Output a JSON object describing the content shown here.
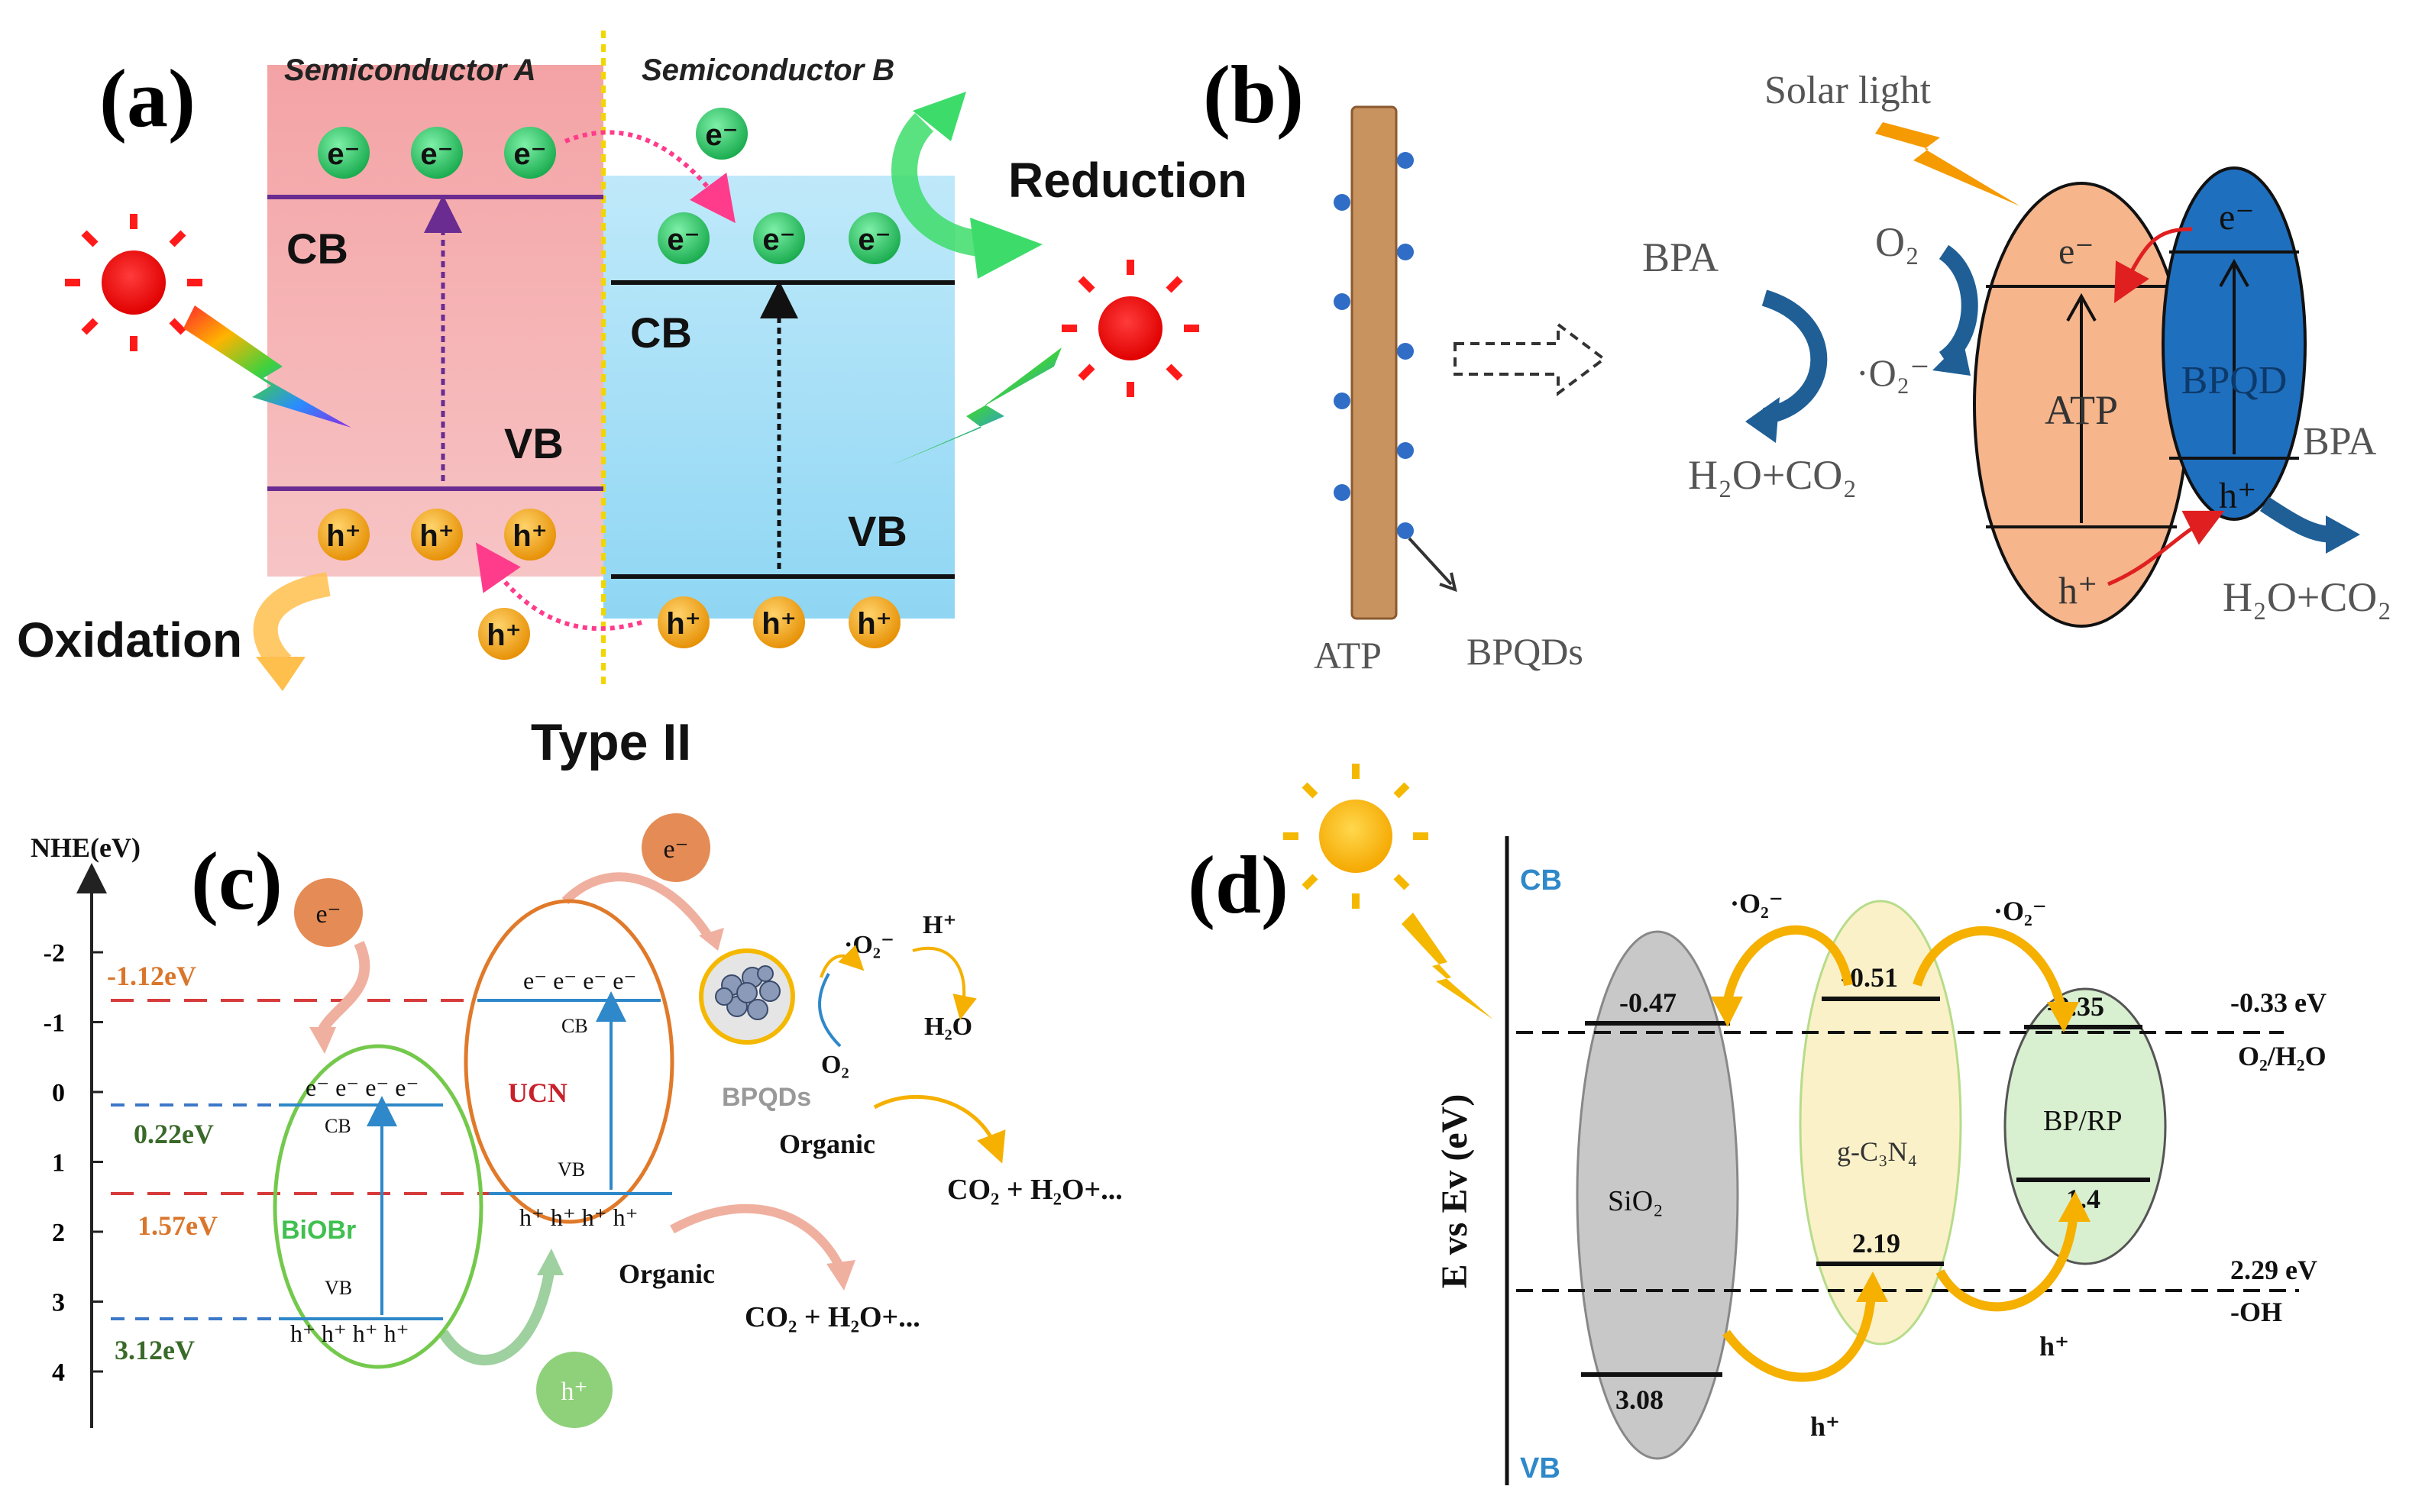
{
  "colors": {
    "semiA": "#f4a3a5",
    "semiB": "#9fdcf5",
    "electron": "#2ecc71",
    "hole": "#f5a623",
    "bandPurple": "#6a2c91",
    "arrowPink": "#ff3c8c",
    "atpBody": "#f6b58b",
    "bpqdBody": "#1f6fbf",
    "curvedBlue": "#1f5f96",
    "dashRed": "#d63a3a",
    "dashBlue": "#3c78c8",
    "orangeText": "#d9762b",
    "greenText": "#3a6a2a",
    "biobrGreen": "#74c94c",
    "ucnOrange": "#e07a2a",
    "ucnRed": "#c8202a",
    "cbBlue": "#2e88c9",
    "sio2Fill": "#c8c8c8",
    "gcnFill": "#fbf1c8",
    "bprpFill": "#d8efd0",
    "sun": "#f5b800"
  },
  "panelA": {
    "label": "(a)",
    "semiA": "Semiconductor A",
    "semiB": "Semiconductor B",
    "cbA": "CB",
    "vbA": "VB",
    "cbB": "CB",
    "vbB": "VB",
    "electron": "e⁻",
    "hole": "h⁺",
    "reduction": "Reduction",
    "oxidation": "Oxidation",
    "caption": "Type II",
    "icons": [
      "sun-icon",
      "lightning-icon",
      "curved-arrow-icon"
    ]
  },
  "panelB": {
    "label": "(b)",
    "solarLight": "Solar light",
    "bpaLeft": "BPA",
    "o2": "O₂",
    "superoxide": "·O₂⁻",
    "h2oco2Left": "H₂O+CO₂",
    "electron": "e⁻",
    "hole": "h⁺",
    "atp": "ATP",
    "bpqd": "BPQD",
    "bpaRight": "BPA",
    "h2oco2Right": "H₂O+CO₂",
    "atpRod": "ATP",
    "bpqds": "BPQDs"
  },
  "panelC": {
    "label": "(c)",
    "axisTitle": "NHE(eV)",
    "ticks": [
      "-2",
      "-1",
      "0",
      "1",
      "2",
      "3",
      "4"
    ],
    "levels": [
      "-1.12eV",
      "0.22eV",
      "1.57eV",
      "3.12eV"
    ],
    "electron": "e⁻",
    "hole": "h⁺",
    "ucnElectrons": "e⁻ e⁻ e⁻ e⁻",
    "ucnHoles": "h⁺ h⁺ h⁺ h⁺",
    "biobrElectrons": "e⁻ e⁻ e⁻ e⁻",
    "biobrHoles": "h⁺ h⁺ h⁺ h⁺",
    "cb": "CB",
    "vb": "VB",
    "ucn": "UCN",
    "biobr": "BiOBr",
    "bpqds": "BPQDs",
    "superoxide": "·O₂⁻",
    "hplus": "H⁺",
    "h2o": "H₂O",
    "o2": "O₂",
    "organic1": "Organic",
    "product1": "CO₂ + H₂O+...",
    "organic2": "Organic",
    "product2": "CO₂ + H₂O+..."
  },
  "panelD": {
    "label": "(d)",
    "cb": "CB",
    "vb": "VB",
    "yLabel": "E vs Ev (eV)",
    "superoxide1": "·O₂⁻",
    "superoxide2": "·O₂⁻",
    "sio2Cb": "-0.47",
    "gcnCb": "-0.51",
    "bprpCb": "-0.35",
    "sio2": "SiO₂",
    "gcn": "g-C₃N₄",
    "bprp": "BP/RP",
    "bprpVb": "1.4",
    "gcnVb": "2.19",
    "sio2Vb": "3.08",
    "ref1Value": "-0.33 eV",
    "ref1Couple": "O₂/H₂O",
    "ref2Value": "2.29 eV",
    "ref2Couple": "-OH",
    "hole1": "h⁺",
    "hole2": "h⁺"
  }
}
